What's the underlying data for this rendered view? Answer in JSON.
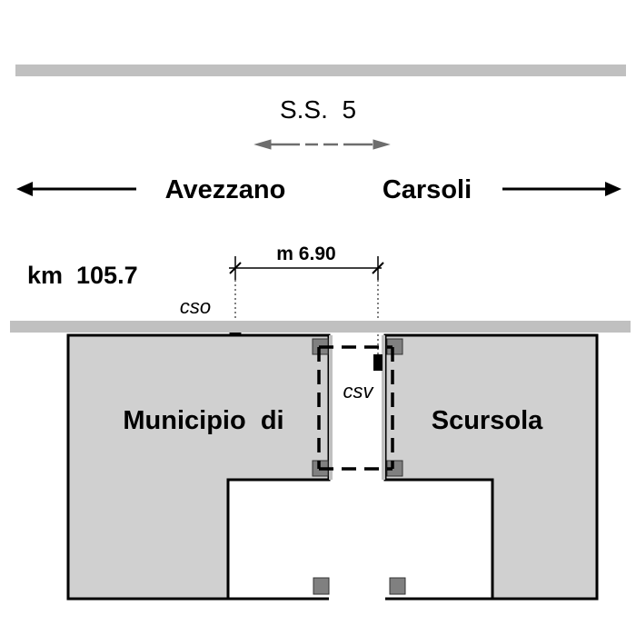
{
  "road": {
    "name": "S.S.  5",
    "west_destination": "Avezzano",
    "east_destination": "Carsoli"
  },
  "km_marker": "km  105.7",
  "dimension": "m 6.90",
  "labels": {
    "cso": "cso",
    "csv": "csv"
  },
  "building": {
    "left_text": "Municipio  di",
    "right_text": "Scursola"
  },
  "colors": {
    "road_band": "#c0c0c0",
    "building_fill": "#d0d0d0",
    "pillar": "#808080",
    "ink": "#000000"
  },
  "icons": {
    "arrow_left": "arrow-left-icon",
    "arrow_right": "arrow-right-icon",
    "traffic_arrows": "double-arrow-icon"
  }
}
